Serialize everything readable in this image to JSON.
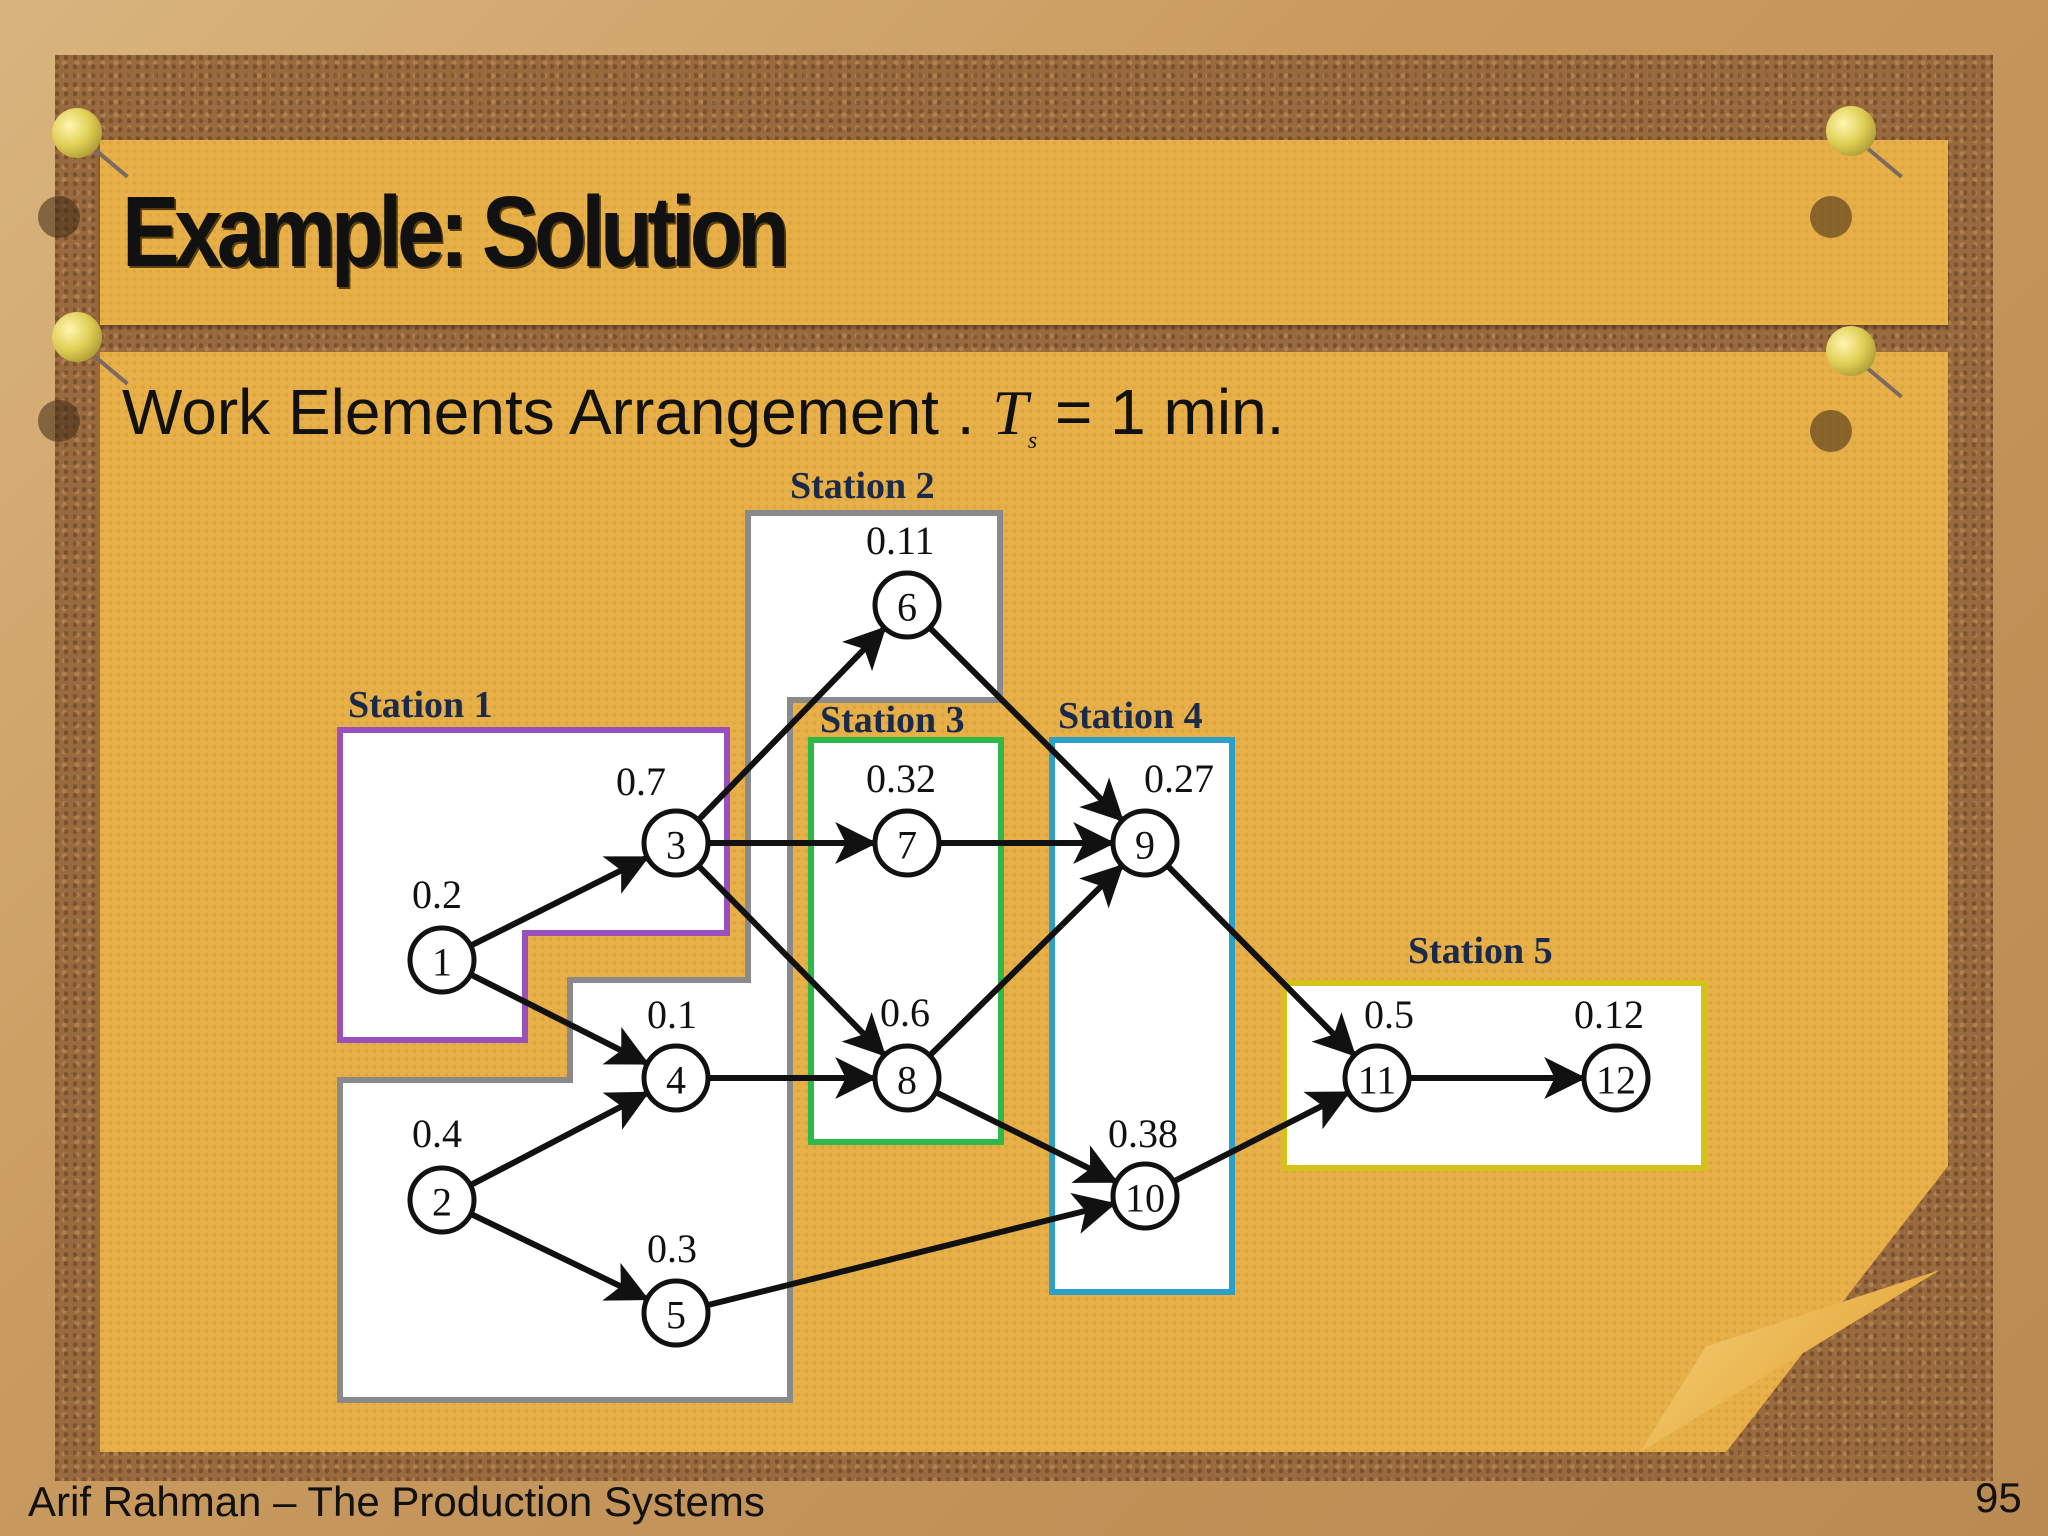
{
  "title": "Example: Solution",
  "subtitle": {
    "prefix": "Work Elements Arrangement . ",
    "symbol": "T",
    "subscript": "s",
    "suffix": " = 1 min."
  },
  "stations": [
    {
      "id": "1",
      "label": "Station 1",
      "color": "#9a4fbf"
    },
    {
      "id": "2",
      "label": "Station 2",
      "color": "#8a8a8a"
    },
    {
      "id": "3",
      "label": "Station 3",
      "color": "#2eb84a"
    },
    {
      "id": "4",
      "label": "Station 4",
      "color": "#2a9fc7"
    },
    {
      "id": "5",
      "label": "Station 5",
      "color": "#d4c21a"
    }
  ],
  "elements": [
    {
      "id": "1",
      "time": "0.2"
    },
    {
      "id": "2",
      "time": "0.4"
    },
    {
      "id": "3",
      "time": "0.7"
    },
    {
      "id": "4",
      "time": "0.1"
    },
    {
      "id": "5",
      "time": "0.3"
    },
    {
      "id": "6",
      "time": "0.11"
    },
    {
      "id": "7",
      "time": "0.32"
    },
    {
      "id": "8",
      "time": "0.6"
    },
    {
      "id": "9",
      "time": "0.27"
    },
    {
      "id": "10",
      "time": "0.38"
    },
    {
      "id": "11",
      "time": "0.5"
    },
    {
      "id": "12",
      "time": "0.12"
    }
  ],
  "edges": [
    [
      "1",
      "3"
    ],
    [
      "1",
      "4"
    ],
    [
      "2",
      "4"
    ],
    [
      "2",
      "5"
    ],
    [
      "3",
      "6"
    ],
    [
      "3",
      "7"
    ],
    [
      "3",
      "8"
    ],
    [
      "4",
      "8"
    ],
    [
      "5",
      "10"
    ],
    [
      "6",
      "9"
    ],
    [
      "7",
      "9"
    ],
    [
      "8",
      "9"
    ],
    [
      "8",
      "10"
    ],
    [
      "9",
      "11"
    ],
    [
      "10",
      "11"
    ],
    [
      "11",
      "12"
    ]
  ],
  "footer": {
    "left": "Arif Rahman – The Production Systems",
    "page": "95"
  }
}
